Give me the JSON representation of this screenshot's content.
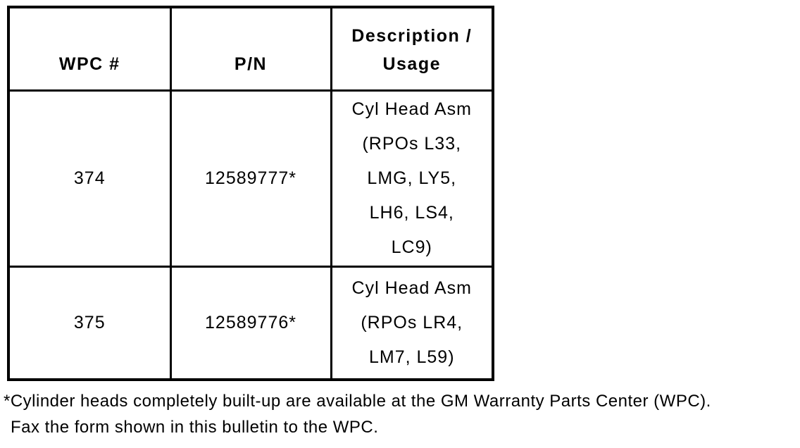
{
  "table": {
    "headers": {
      "wpc": "WPC #",
      "pn": "P/N",
      "desc": "Description /\nUsage"
    },
    "rows": [
      {
        "wpc": "374",
        "pn": "12589777*",
        "desc": "Cyl Head Asm\n(RPOs L33,\nLMG, LY5,\nLH6, LS4,\nLC9)"
      },
      {
        "wpc": "375",
        "pn": "12589776*",
        "desc": "Cyl Head Asm\n(RPOs LR4,\nLM7, L59)"
      }
    ]
  },
  "footnote": {
    "line1": "*Cylinder heads completely built-up are available at the GM Warranty Parts Center (WPC).",
    "line2": "Fax the form shown in this bulletin to the WPC."
  },
  "colors": {
    "text": "#000000",
    "background": "#ffffff",
    "border": "#000000"
  }
}
